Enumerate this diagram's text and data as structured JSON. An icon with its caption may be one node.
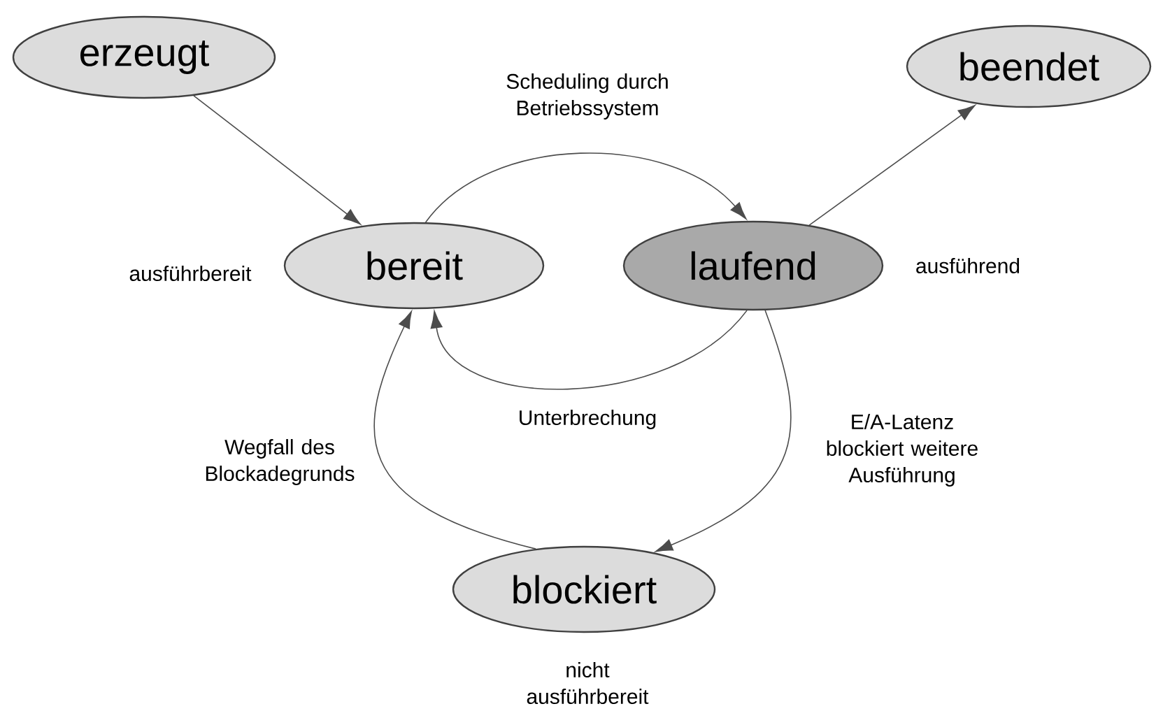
{
  "diagram": {
    "nodes": [
      {
        "text": [
          "erzeugt"
        ]
      },
      {
        "text": [
          "beendet"
        ]
      },
      {
        "text": [
          "bereit"
        ],
        "beside": [
          "ausführbereit"
        ]
      },
      {
        "text": [
          "laufend"
        ],
        "beside": [
          "ausführend"
        ]
      },
      {
        "text": [
          "blockiert"
        ],
        "beside": [
          "nicht ausführbereit"
        ]
      }
    ],
    "edges": [
      {
        "from": 0,
        "to": 2,
        "arrow": "to"
      },
      {
        "from": 2,
        "to": 3,
        "arrow": "to",
        "label": "Scheduling durch Betriebssystem"
      },
      {
        "from": 3,
        "to": 1,
        "arrow": "to"
      },
      {
        "from": 3,
        "to": 2,
        "arrow": "to",
        "label": "Unterbrechung"
      },
      {
        "from": 3,
        "to": 4,
        "arrow": "to",
        "label": "E/A-Latenz blockiert weitere Ausführung"
      },
      {
        "from": 4,
        "to": 2,
        "arrow": "to",
        "label": "Wegfall des Blockadegrunds"
      }
    ]
  }
}
